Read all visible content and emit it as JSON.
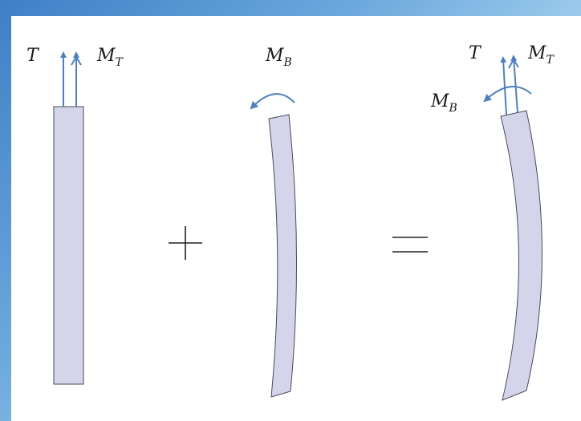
{
  "diagram": {
    "labels": {
      "tension": "T",
      "torque_base": "M",
      "torque_sub": "T",
      "bend_base": "M",
      "bend_sub": "B"
    },
    "operators": {
      "plus": "+",
      "equals": "="
    },
    "colors": {
      "member_fill": "#d4d5ea",
      "member_stroke": "#4a4a5a",
      "arrow": "#4f80bd",
      "background_gradient_start": "#3f7fc6",
      "background_gradient_end": "#9ccbec"
    }
  }
}
